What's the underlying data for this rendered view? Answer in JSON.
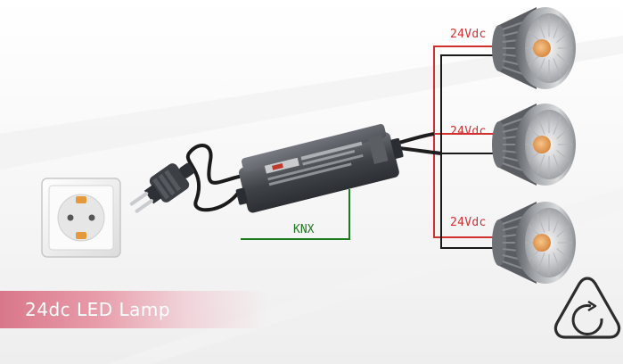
{
  "title": "24dc LED Lamp",
  "voltage_labels": [
    "24Vdc",
    "24Vdc",
    "24Vdc"
  ],
  "bus_label": "KNX",
  "colors": {
    "wire_positive": "#d1302f",
    "wire_negative": "#1a1a1a",
    "wire_bus": "#1e7a1e",
    "banner": "#e08a9a",
    "led_emitter": "#e8a565"
  },
  "icons": [
    "power-socket-icon",
    "power-plug-icon",
    "led-driver-icon",
    "led-spotlight-icon",
    "dimmer-logo-icon"
  ]
}
